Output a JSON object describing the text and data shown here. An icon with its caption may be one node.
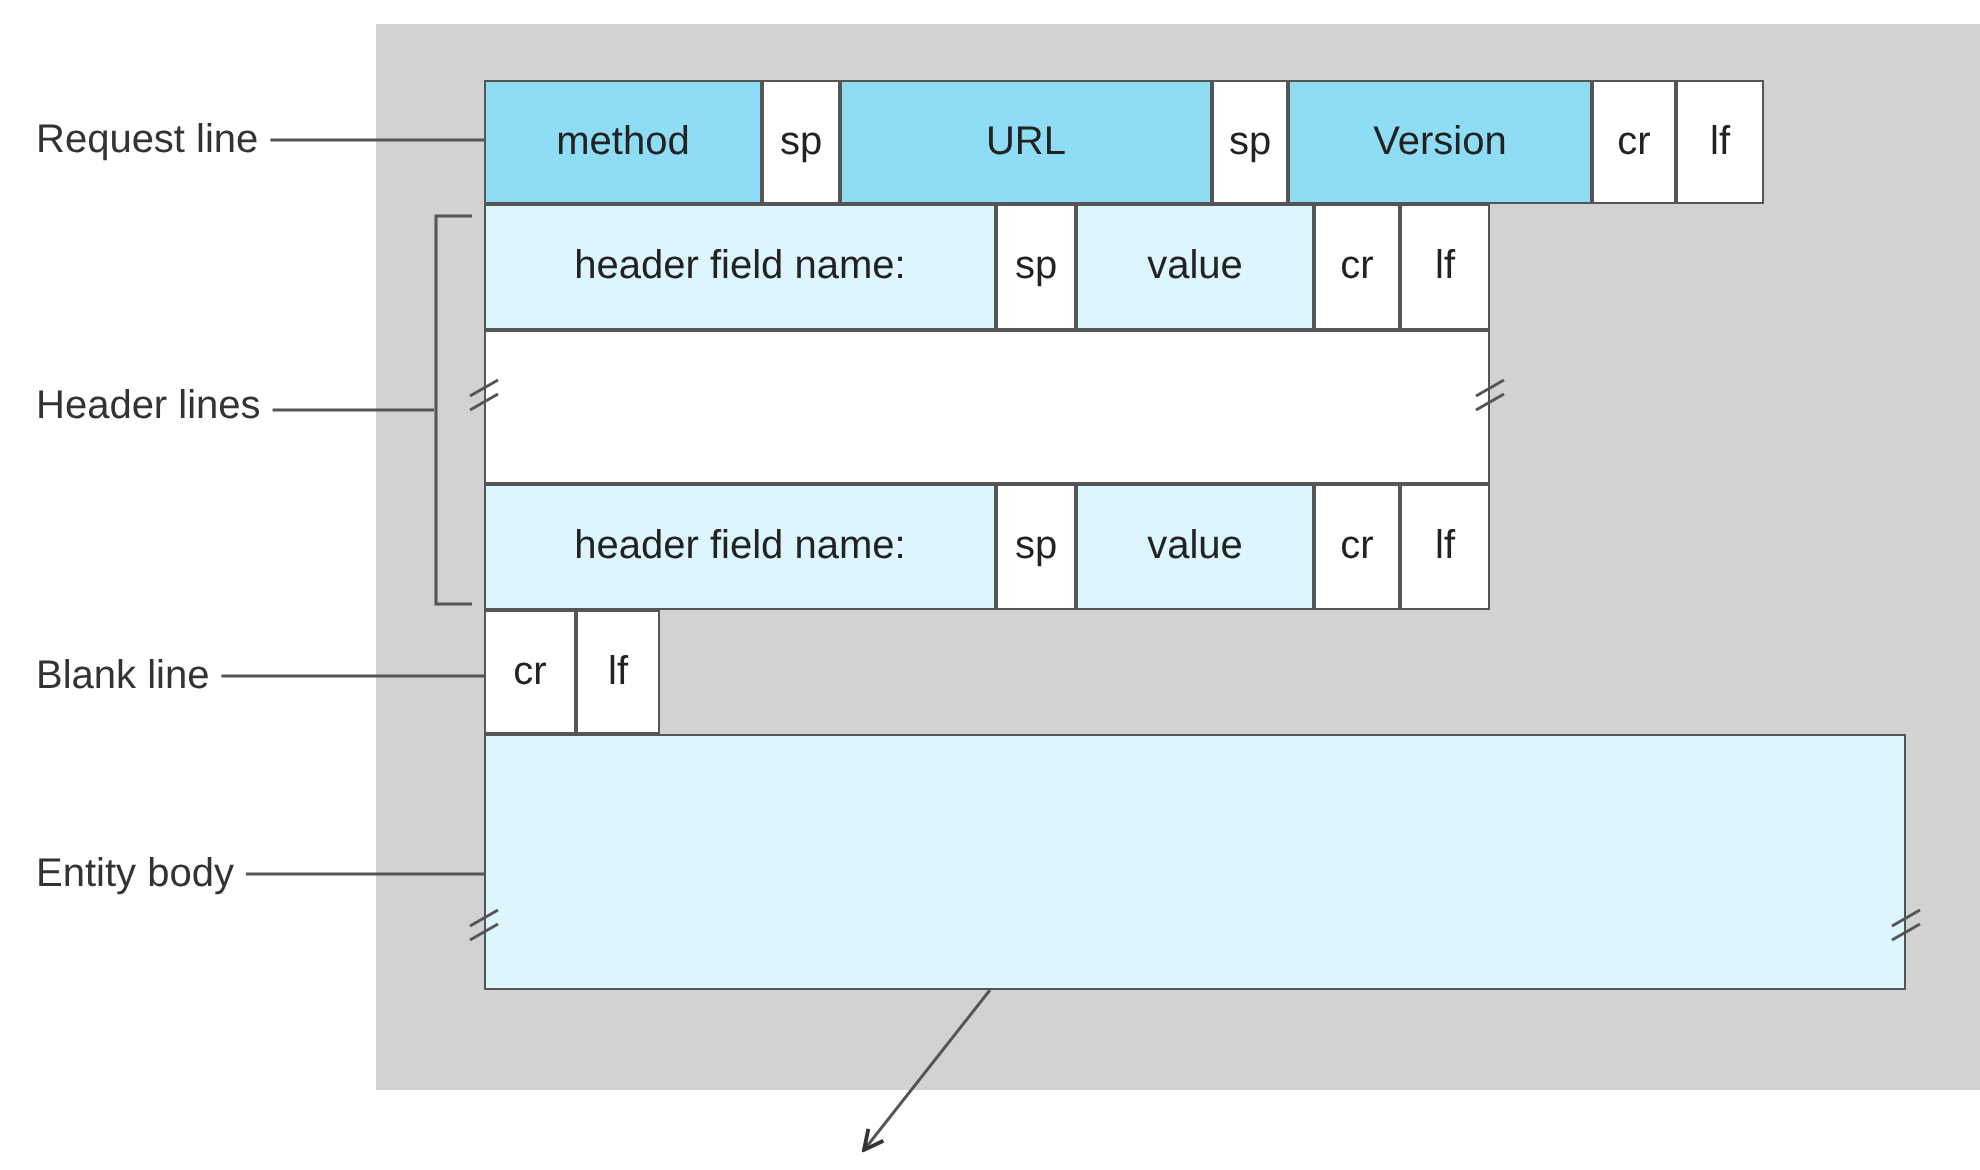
{
  "diagram": {
    "nodes": [
      {
        "text": [
          "Request line"
        ]
      },
      {
        "text": [
          "method"
        ]
      },
      {
        "text": [
          "sp"
        ]
      },
      {
        "text": [
          "URL"
        ]
      },
      {
        "text": [
          "sp"
        ]
      },
      {
        "text": [
          "Version"
        ]
      },
      {
        "text": [
          "cr"
        ]
      },
      {
        "text": [
          "lf"
        ]
      },
      {
        "text": [
          "Header lines"
        ]
      },
      {
        "text": [
          "header field name:"
        ]
      },
      {
        "text": [
          "sp"
        ]
      },
      {
        "text": [
          "value"
        ]
      },
      {
        "text": [
          "cr"
        ]
      },
      {
        "text": [
          "lf"
        ]
      },
      {
        "text": [],
        "shape": "box"
      },
      {
        "text": [
          "header field name:"
        ]
      },
      {
        "text": [
          "sp"
        ]
      },
      {
        "text": [
          "value"
        ]
      },
      {
        "text": [
          "cr"
        ]
      },
      {
        "text": [
          "lf"
        ]
      },
      {
        "text": [
          "Blank line"
        ]
      },
      {
        "text": [
          "cr"
        ]
      },
      {
        "text": [
          "lf"
        ]
      },
      {
        "text": [
          "Entity body"
        ]
      },
      {
        "text": [],
        "shape": "box"
      },
      {
        "text": [],
        "shape": "bracket"
      }
    ],
    "edges": [
      {
        "from": 0,
        "to": 1,
        "arrow": "none"
      },
      {
        "from": 8,
        "to": 25,
        "arrow": "none"
      },
      {
        "from": 20,
        "to": 21,
        "arrow": "none"
      },
      {
        "from": 23,
        "to": 24,
        "arrow": "none"
      },
      {
        "from": 24,
        "to": null,
        "arrow": "to"
      }
    ]
  }
}
